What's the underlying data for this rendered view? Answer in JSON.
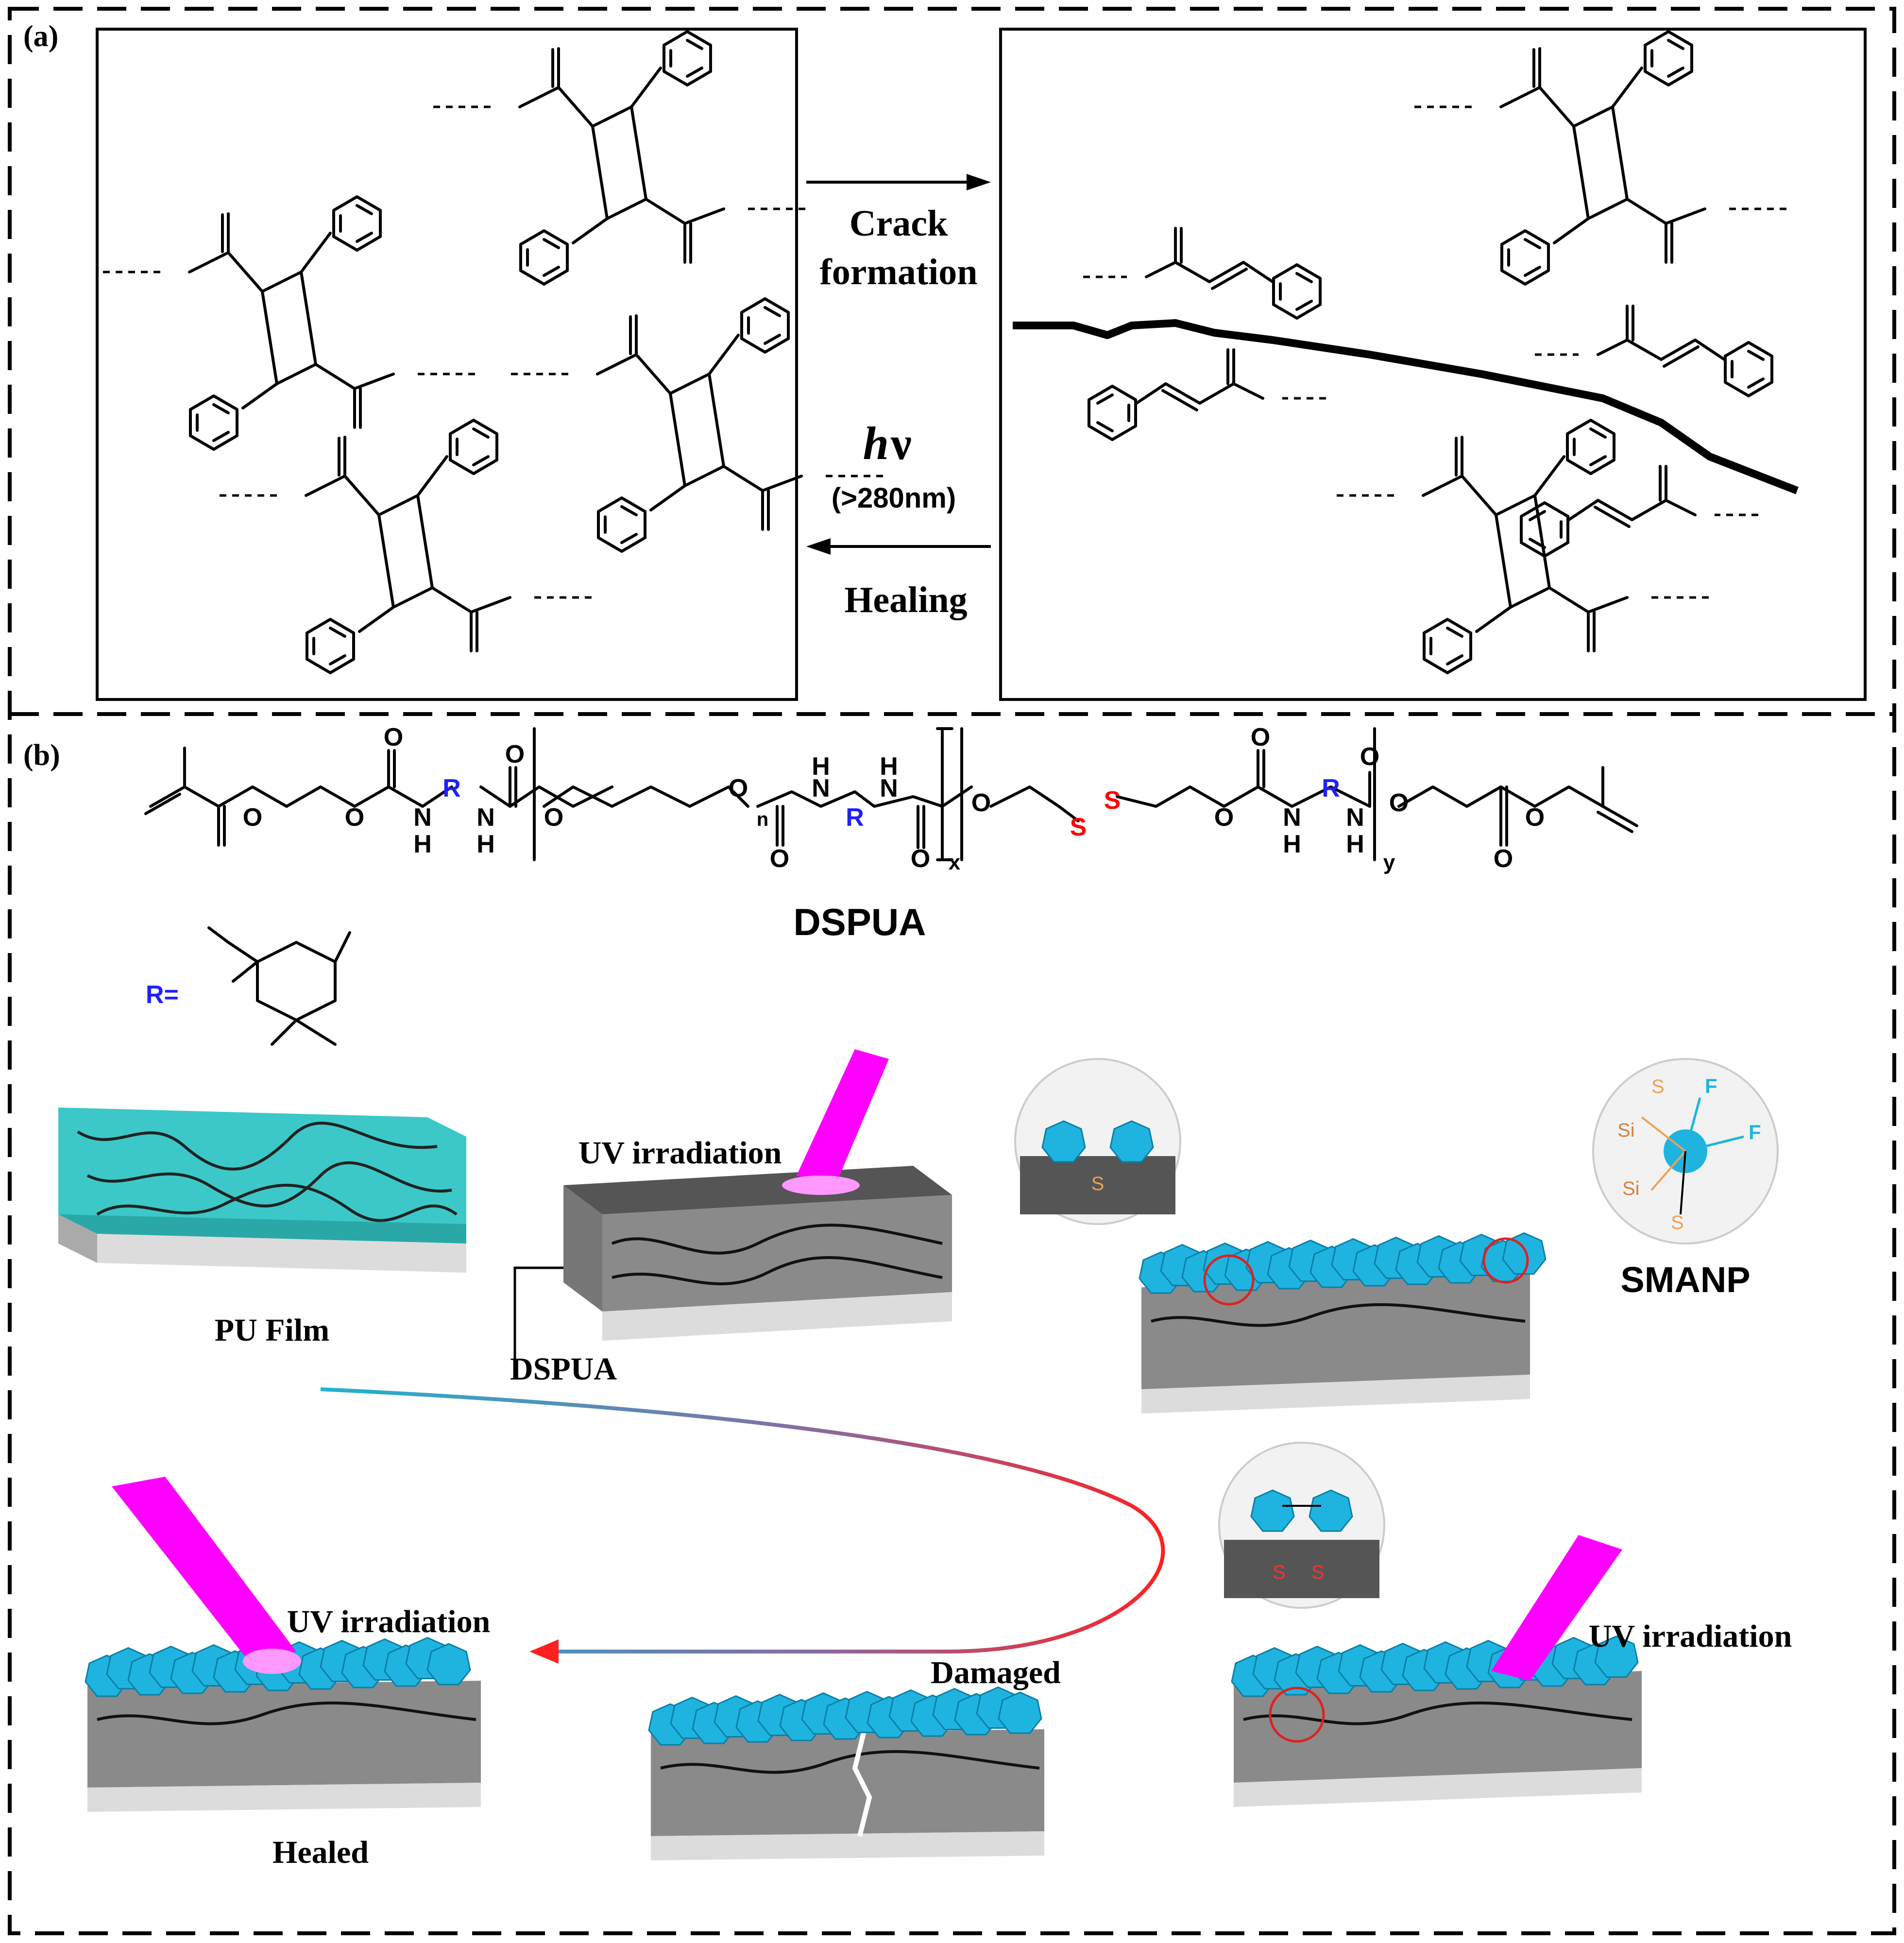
{
  "panel_a": {
    "label": "(a)",
    "forward_arrow_label_1": "Crack",
    "forward_arrow_label_2": "formation",
    "light_symbol_h": "h",
    "light_symbol_nu": "ν",
    "wavelength": "(>280nm)",
    "reverse_arrow_label": "Healing"
  },
  "panel_b": {
    "label": "(b)",
    "polymer_name": "DSPUA",
    "r_group_label": "R=",
    "atom_labels": {
      "O": "O",
      "N": "N",
      "H": "H",
      "R": "R",
      "S": "S",
      "n": "n",
      "x": "x",
      "y": "y",
      "Si": "Si",
      "F": "F"
    },
    "steps": {
      "pu_film": "PU Film",
      "uv_irradiation": "UV irradiation",
      "dspua_callout": "DSPUA",
      "smanp": "SMANP",
      "uv_irradiation_right": "UV irradiation",
      "damaged": "Damaged",
      "uv_irradiation_left": "UV irradiation",
      "healed": "Healed"
    }
  },
  "colors": {
    "border": "#000000",
    "nanoparticle": "#1fb4e0",
    "uv_beam": "#ff00ff",
    "disulfide": "#ff0000",
    "r_group": "#1f1fff",
    "film_surface": "#3cc8c8",
    "film_body": "#8a8a8a",
    "substrate": "#dcdcdc",
    "linkers": "#f0a050"
  }
}
